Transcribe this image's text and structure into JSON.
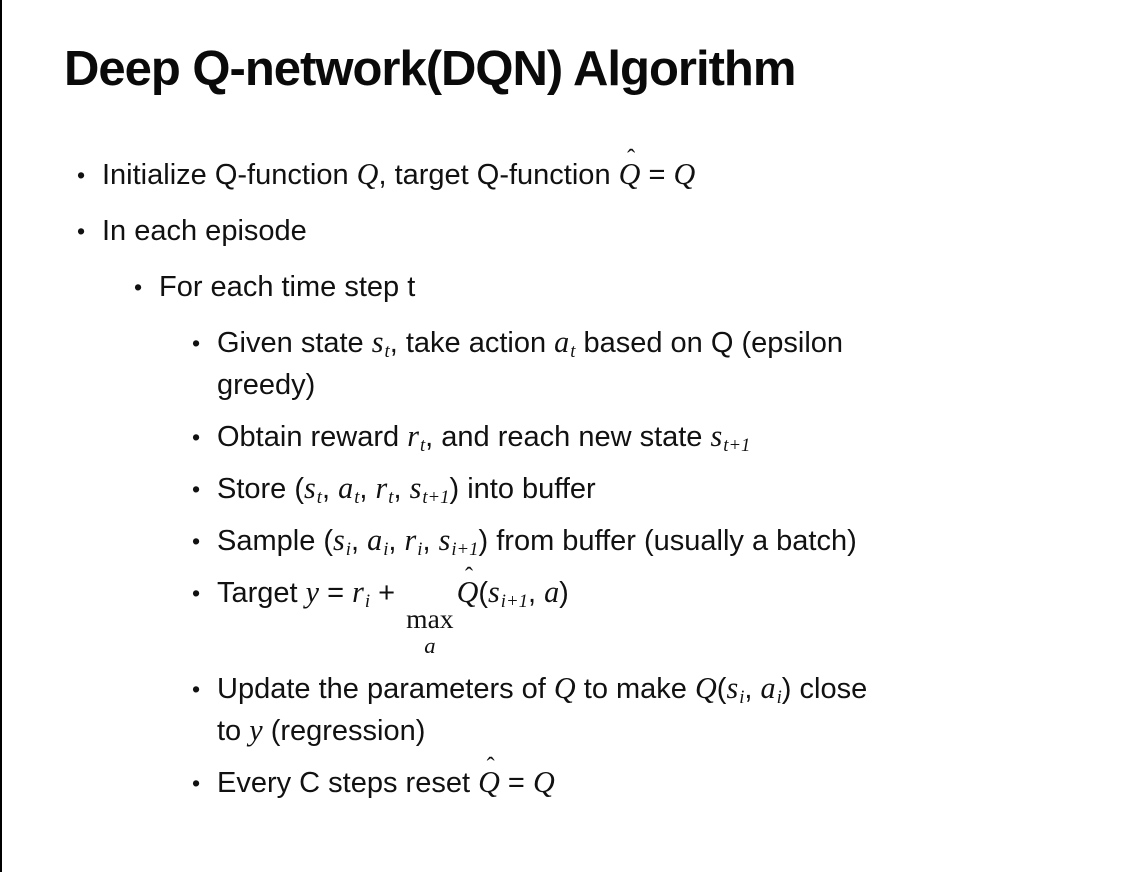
{
  "slide": {
    "title": "Deep Q-network(DQN) Algorithm",
    "bullet_char": "•",
    "colors": {
      "background": "#ffffff",
      "text": "#111111",
      "title_text": "#0a0a0a",
      "left_border": "#000000"
    },
    "bullets": [
      {
        "level": 1,
        "segments": [
          {
            "t": "Initialize Q-function "
          },
          {
            "v": "Q"
          },
          {
            "t": ", target Q-function "
          },
          {
            "hat": "Q"
          },
          {
            "t": " = "
          },
          {
            "v": "Q"
          }
        ]
      },
      {
        "level": 1,
        "segments": [
          {
            "t": "In each episode"
          }
        ]
      },
      {
        "level": 2,
        "segments": [
          {
            "t": "For each time step t"
          }
        ]
      },
      {
        "level": 3,
        "segments": [
          {
            "t": "Given state "
          },
          {
            "v": "s",
            "sub": "t"
          },
          {
            "t": ", take action "
          },
          {
            "v": "a",
            "sub": "t"
          },
          {
            "t": " based on Q (epsilon"
          },
          {
            "br": true
          },
          {
            "t": "greedy)"
          }
        ]
      },
      {
        "level": 3,
        "segments": [
          {
            "t": "Obtain reward "
          },
          {
            "v": "r",
            "sub": "t"
          },
          {
            "t": ", and reach new state "
          },
          {
            "v": "s",
            "sub": "t+1"
          }
        ]
      },
      {
        "level": 3,
        "segments": [
          {
            "t": "Store ("
          },
          {
            "v": "s",
            "sub": "t"
          },
          {
            "t": ", "
          },
          {
            "v": "a",
            "sub": "t"
          },
          {
            "t": ", "
          },
          {
            "v": "r",
            "sub": "t"
          },
          {
            "t": ", "
          },
          {
            "v": "s",
            "sub": "t+1"
          },
          {
            "t": ") into buffer"
          }
        ]
      },
      {
        "level": 3,
        "segments": [
          {
            "t": "Sample ("
          },
          {
            "v": "s",
            "sub": "i"
          },
          {
            "t": ", "
          },
          {
            "v": "a",
            "sub": "i"
          },
          {
            "t": ", "
          },
          {
            "v": "r",
            "sub": "i"
          },
          {
            "t": ", "
          },
          {
            "v": "s",
            "sub": "i+1"
          },
          {
            "t": ") from buffer (usually a batch)"
          }
        ]
      },
      {
        "level": 3,
        "segments": [
          {
            "t": "Target "
          },
          {
            "v": "y"
          },
          {
            "t": " = "
          },
          {
            "v": "r",
            "sub": "i"
          },
          {
            "t": " + "
          },
          {
            "stack": {
              "top": "max",
              "bot": "a"
            }
          },
          {
            "hat": "Q"
          },
          {
            "t": "("
          },
          {
            "v": "s",
            "sub": "i+1"
          },
          {
            "t": ", "
          },
          {
            "v": "a"
          },
          {
            "t": ")"
          }
        ]
      },
      {
        "level": 3,
        "segments": [
          {
            "t": "Update the parameters of "
          },
          {
            "v": "Q"
          },
          {
            "t": " to make "
          },
          {
            "v": "Q"
          },
          {
            "t": "("
          },
          {
            "v": "s",
            "sub": "i"
          },
          {
            "t": ", "
          },
          {
            "v": "a",
            "sub": "i"
          },
          {
            "t": ") close"
          },
          {
            "br": true
          },
          {
            "t": "to "
          },
          {
            "v": "y"
          },
          {
            "t": " (regression)"
          }
        ]
      },
      {
        "level": 3,
        "segments": [
          {
            "t": "Every C steps reset "
          },
          {
            "hat": "Q"
          },
          {
            "t": " = "
          },
          {
            "v": "Q"
          }
        ]
      }
    ]
  }
}
